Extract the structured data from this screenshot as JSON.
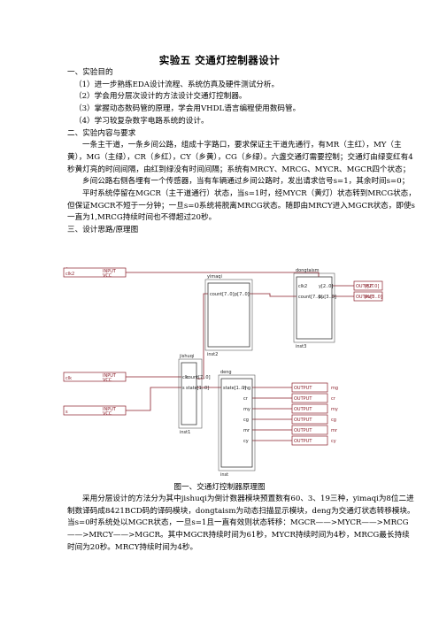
{
  "title": "实验五 交通灯控制器设计",
  "sections": {
    "s1_heading": "一、实验目的",
    "s1_items": [
      "（1）进一步熟练EDA设计流程、系统仿真及硬件测试分析。",
      "（2）学会用分层次设计的方法设计交通灯控制器。",
      "（3）掌握动态数码管的原理，学会用VHDL语言编程使用数码管。",
      "（4）学习较复杂数字电路系统的设计。"
    ],
    "s2_heading": "二、实验内容与要求",
    "s2_p1": "一条主干道，一条乡间公路，组成十字路口，要求保证主干道先通行，有MR（主红），MY（主黄），MG（主绿），CR（乡红），CY（乡黄），CG（乡绿）。六盏交通灯需要控制；交通灯由绿变红有4秒黄灯亮的时间间隔，由红到绿没有时间间隔；系统有MRCY、MRCG、MYCR、MGCR四个状态；",
    "s2_p2": "乡间公路右侧各埋有一个传感器，当有车辆通过乡间公路时，发出请求信号s=1，其余时间s=0；",
    "s2_p3": "平时系统停留在MGCR（主干道通行）状态，当s=1时，经MYCR（黄灯）状态转到MRCG状态，但保证MGCR不短于一分钟；一旦s=0系统将脱离MRCG状态。随即由MRCY进入MGCR状态，即使s一直为1,MRCG持续时间也不得超过20秒。",
    "s3_heading": "三、设计思路/原理图"
  },
  "diagram": {
    "dot": "·",
    "pins": {
      "input": "INPUT",
      "vcc": "VCC",
      "output": "OUTPUT"
    },
    "clk2_label": "clk2",
    "clk_label": "clk",
    "s_label": "s",
    "yimaqi": {
      "name": "yimaqi",
      "inst": "inst2",
      "port_in": "count[7..0]",
      "port_out": "p[7..0]"
    },
    "dongtaism": {
      "name": "dongtaism",
      "inst": "inst3",
      "port_clk": "clk2",
      "port_count": "count[7..0]",
      "port_y": "y[2..0]",
      "port_pu": "pu[3..0]",
      "out_y": "y[2..0]",
      "out_pu": "pu[3..0]"
    },
    "jishuqi": {
      "name": "jishuqi",
      "inst": "inst1",
      "port_clk": "clk",
      "port_s": "s",
      "port_count": "count[7..0]",
      "port_state": "state[1..0]"
    },
    "deng": {
      "name": "deng",
      "inst": "inst",
      "port_state": "state[1..0]",
      "outs": [
        "mg",
        "cr",
        "my",
        "cg",
        "mr",
        "cy"
      ]
    }
  },
  "caption": "图一、交通灯控制器原理图",
  "bottom_text": "采用分层设计的方法分为其中jishuqi为倒计数器模块预置数有60、3、19三种，yimaqi为8位二进制数译码成8421BCD码的译码模块，dongtaism为动态扫描显示模块，deng为交通灯状态转移模块。当s=0时系统处以MGCR状态，一旦s=1且一直有效则状态转移：MGCR——>MYCR——>MRCG——>MRCY——>MGCR。其中MGCR持续时间为61秒，MYCR持续时间为4秒，MRCG最长持续时间为20秒。MRCY持续时间为4秒。"
}
